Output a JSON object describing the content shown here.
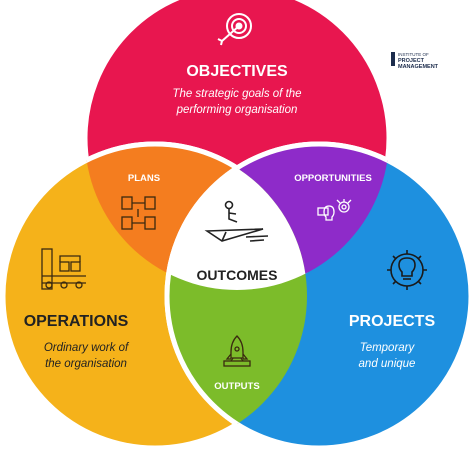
{
  "colors": {
    "objectives": "#e8164f",
    "operations": "#f5b21a",
    "projects": "#1e90df",
    "plans": "#f47d1f",
    "opportunities": "#8e2bc9",
    "outputs": "#7cbc2a",
    "center": "#ffffff",
    "dark_text": "#222222",
    "logo": "#1c2c4c"
  },
  "objectives": {
    "title": "OBJECTIVES",
    "desc_line1": "The strategic goals of the",
    "desc_line2": "performing organisation",
    "icon": "target-arrow-icon"
  },
  "operations": {
    "title": "OPERATIONS",
    "desc_line1": "Ordinary work of",
    "desc_line2": "the organisation",
    "icon": "conveyor-factory-icon"
  },
  "projects": {
    "title": "PROJECTS",
    "desc_line1": "Temporary",
    "desc_line2": "and unique",
    "icon": "gear-lightbulb-icon"
  },
  "plans": {
    "label": "PLANS",
    "icon": "flowchart-icon"
  },
  "opportunities": {
    "label": "OPPORTUNITIES",
    "icon": "idea-gear-icon"
  },
  "outputs": {
    "label": "OUTPUTS",
    "icon": "rocket-launch-icon"
  },
  "outcomes": {
    "label": "OUTCOMES",
    "icon": "paper-plane-rider-icon"
  },
  "logo": {
    "line1": "INSTITUTE OF",
    "line2": "PROJECT",
    "line3": "MANAGEMENT"
  }
}
